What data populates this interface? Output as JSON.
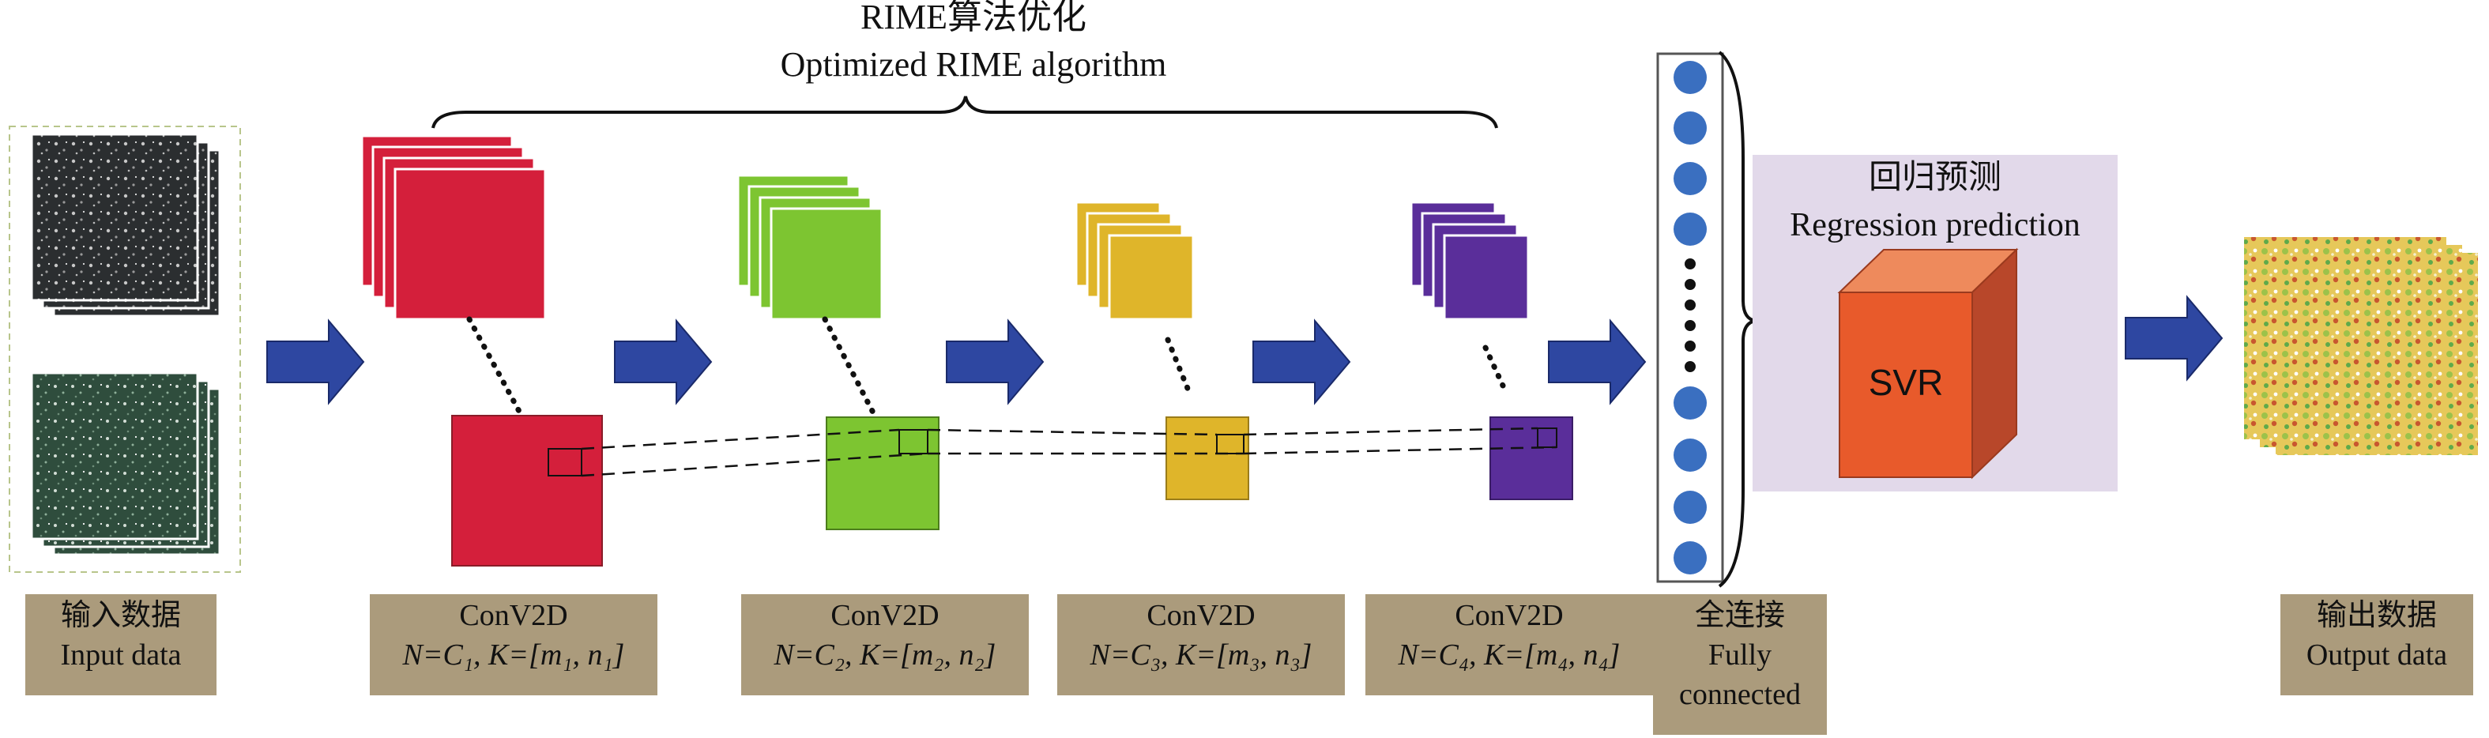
{
  "optimization": {
    "title_cn": "RIME算法优化",
    "title_en": "Optimized RIME algorithm"
  },
  "regression": {
    "title_cn": "回归预测",
    "title_en": "Regression prediction",
    "model": "SVR"
  },
  "labels": {
    "input": {
      "cn": "输入数据",
      "en": "Input data"
    },
    "conv": [
      {
        "title": "ConV2D",
        "param": "N=C₁, K=[m₁, n₁]"
      },
      {
        "title": "ConV2D",
        "param": "N=C₂, K=[m₂, n₂]"
      },
      {
        "title": "ConV2D",
        "param": "N=C₃, K=[m₃, n₃]"
      },
      {
        "title": "ConV2D",
        "param": "N=C₄, K=[m₄, n₄]"
      }
    ],
    "fully_connected": {
      "cn": "全连接",
      "en1": "Fully",
      "en2": "connected"
    },
    "output": {
      "cn": "输出数据",
      "en": "Output data"
    }
  },
  "colors": {
    "conv1": "#d41f3b",
    "conv2": "#7dc531",
    "conv3": "#dfb52a",
    "conv4": "#5a2e9a",
    "arrow": "#2e47a1",
    "node": "#3a6fc0",
    "svr_front": "#e85a2b",
    "svr_top": "#ee8a5c",
    "svr_side": "#b8472a",
    "regression_bg": "#e2d9ea",
    "label_bg": "#ab9b7c"
  }
}
